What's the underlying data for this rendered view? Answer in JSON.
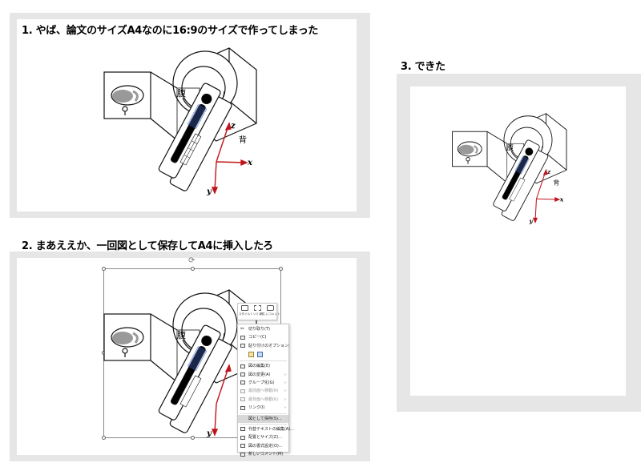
{
  "panel1": {
    "caption": "1. やば、論文のサイズA4なのに16:9のサイズで作ってしまった"
  },
  "panel2": {
    "caption": "2. まあええか、一回図として保存してA4に挿入したろ"
  },
  "panel3": {
    "caption": "3. できた"
  },
  "figure": {
    "label_belly": "腹",
    "label_back": "背",
    "axis_x": "x",
    "axis_y": "y",
    "axis_z": "z",
    "axis_color": "#c0141c"
  },
  "mini_toolbar": {
    "buttons": [
      {
        "label": "スタイル",
        "icon": "style-icon"
      },
      {
        "label": "トリミング",
        "icon": "crop-icon"
      },
      {
        "label": "新しいコメント",
        "icon": "comment-icon"
      }
    ]
  },
  "context_menu": {
    "items": [
      {
        "label": "切り取り(T)",
        "icon": "scissors-icon"
      },
      {
        "label": "コピー(C)",
        "icon": "copy-icon"
      },
      {
        "label": "貼り付けのオプション:",
        "icon": "paste-icon"
      },
      {
        "label": "図の編集(E)",
        "icon": "edit-image-icon"
      },
      {
        "label": "図の変更(A)",
        "icon": "change-image-icon"
      },
      {
        "label": "グループ化(G)",
        "icon": "group-icon"
      },
      {
        "label": "最前面へ移動(R)",
        "icon": "bring-front-icon"
      },
      {
        "label": "最背面へ移動(K)",
        "icon": "send-back-icon"
      },
      {
        "label": "リンク(I)",
        "icon": "link-icon"
      },
      {
        "label": "図として保存(S)...",
        "icon": "save-as-picture-icon"
      },
      {
        "label": "代替テキストの編集(A)...",
        "icon": "alt-text-icon"
      },
      {
        "label": "配置とサイズ(Z)...",
        "icon": "size-position-icon"
      },
      {
        "label": "図の書式設定(O)...",
        "icon": "format-picture-icon"
      },
      {
        "label": "新しいコメント(M)",
        "icon": "comment-icon"
      }
    ]
  }
}
